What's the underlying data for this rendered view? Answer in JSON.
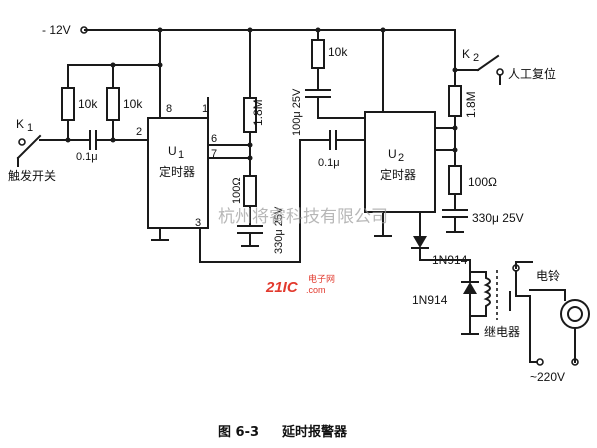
{
  "supply": {
    "label": "- 12V"
  },
  "switches": {
    "k1": {
      "name": "K",
      "sub": "1",
      "caption": "触发开关"
    },
    "k2": {
      "name": "K",
      "sub": "2",
      "caption": "人工复位"
    }
  },
  "timers": {
    "u1": {
      "name": "U",
      "sub": "1",
      "caption": "定时器",
      "pins": {
        "p1": "1",
        "p2": "2",
        "p3": "3",
        "p6": "6",
        "p7": "7",
        "p8": "8"
      }
    },
    "u2": {
      "name": "U",
      "sub": "2",
      "caption": "定时器"
    }
  },
  "components": {
    "r1": "10k",
    "r2": "10k",
    "c_in1": "0.1μ",
    "r_timing1": "1.8M",
    "r_100_1": "100Ω",
    "c_timing1": "330μ 25V",
    "r_top2": "10k",
    "c_top2": "100μ 25V",
    "c_in2": "0.1μ",
    "r_timing2": "1.8M",
    "r_100_2": "100Ω",
    "c_timing2": "330μ  25V",
    "d1": "1N914",
    "d2": "1N914",
    "relay": "继电器",
    "bell": "电铃",
    "mains": "~220V"
  },
  "caption": {
    "figure": "图 6-3",
    "title": "延时报警器"
  },
  "watermark": {
    "text": "杭州将睿科技有限公司"
  },
  "logo": {
    "main": "21IC",
    "sub1": "电子网",
    "sub2": ".com"
  }
}
